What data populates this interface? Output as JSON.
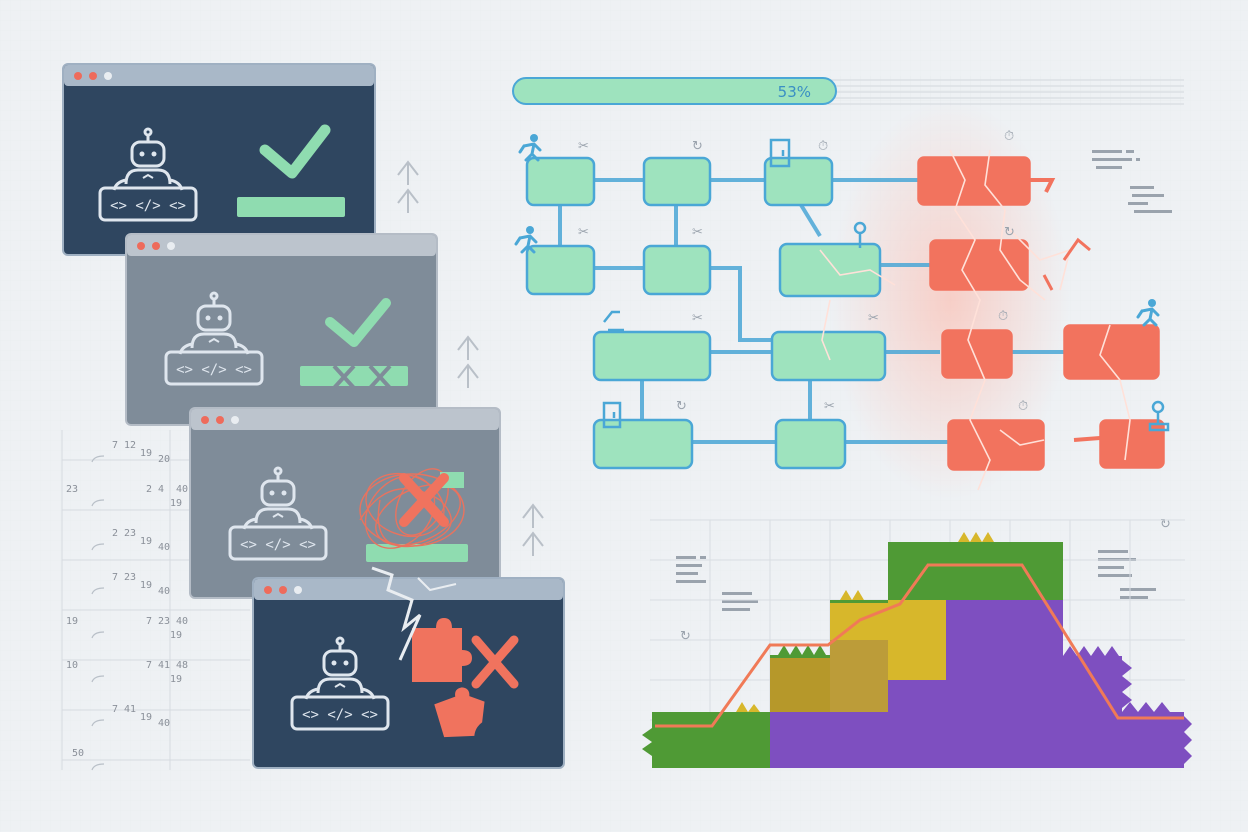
{
  "colors": {
    "background": "#eef1f4",
    "dark_window": "#2f4660",
    "gray_window": "#7f8c99",
    "titlebar_dark": "#9fb0c2",
    "titlebar_gray": "#b4bcc6",
    "success_green": "#8fdcb0",
    "node_green": "#9ee3be",
    "node_border": "#4aa7d6",
    "failure_red": "#f2735e",
    "step_green": "#4f9a35",
    "step_yellow": "#d7b72b",
    "step_purple": "#7e4fc0",
    "line_orange": "#f07a57"
  },
  "progress": {
    "label": "53%",
    "value": 0.53
  },
  "windows": [
    {
      "variant": "dark",
      "status": "success",
      "icons": [
        "robot-icon",
        "checkmark-icon"
      ]
    },
    {
      "variant": "gray",
      "status": "partial",
      "icons": [
        "robot-icon",
        "checkmark-icon",
        "cross-icon"
      ]
    },
    {
      "variant": "gray",
      "status": "tangled",
      "icons": [
        "robot-icon",
        "tangle-icon",
        "cross-icon"
      ]
    },
    {
      "variant": "dark",
      "status": "broken",
      "icons": [
        "robot-icon",
        "puzzle-icon",
        "cross-icon"
      ]
    }
  ],
  "side_numbers": [
    [
      "7 12",
      "19",
      "20"
    ],
    [
      "23",
      "2 4",
      "19",
      "40"
    ],
    [
      "2 23",
      "19",
      "40"
    ],
    [
      "7 23",
      "19",
      "40"
    ],
    [
      "19",
      "7 23",
      "19",
      "40"
    ],
    [
      "10",
      "7 41",
      "19",
      "48"
    ],
    [
      "7 41",
      "19",
      "40"
    ],
    [
      "50"
    ]
  ],
  "step_chart": {
    "layers": [
      "green",
      "yellow",
      "purple"
    ]
  }
}
